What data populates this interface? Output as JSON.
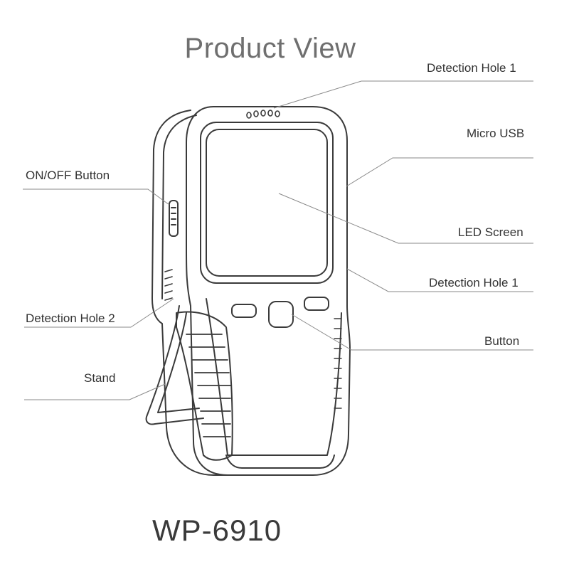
{
  "title": "Product View",
  "model": "WP-6910",
  "labels": {
    "detection_hole_1_top": "Detection Hole 1",
    "micro_usb": "Micro USB",
    "on_off_button": "ON/OFF Button",
    "led_screen": "LED Screen",
    "detection_hole_1_side": "Detection Hole 1",
    "detection_hole_2": "Detection Hole 2",
    "button": "Button",
    "stand": "Stand"
  },
  "colors": {
    "outline": "#3a3a3a",
    "leader": "#8a8a8a",
    "title": "#6f6f6f"
  }
}
